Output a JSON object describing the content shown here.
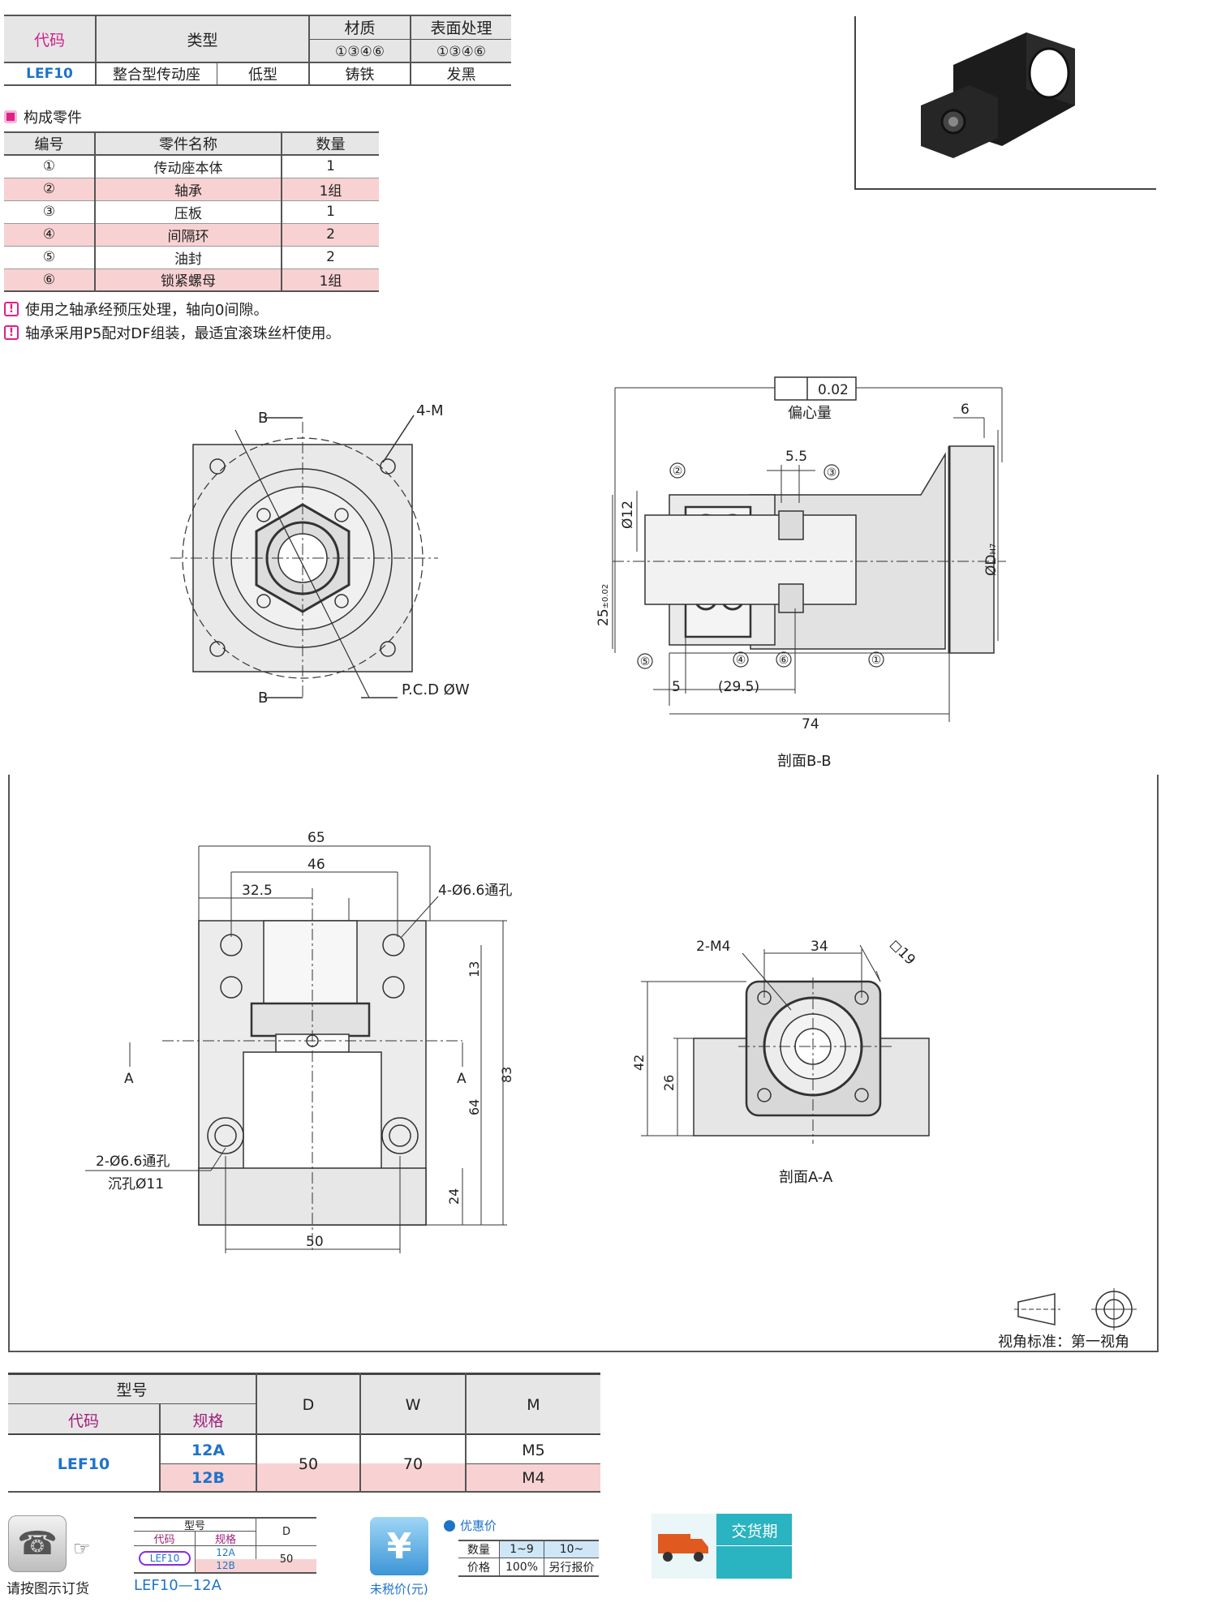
{
  "header_table": {
    "col_code": "代码",
    "col_type": "类型",
    "col_material": "材质",
    "col_surface": "表面处理",
    "material_parts": "①③④⑥",
    "surface_parts": "①③④⑥",
    "code": "LEF10",
    "type_main": "整合型传动座",
    "type_sub": "低型",
    "material": "铸铁",
    "surface": "发黑"
  },
  "parts_section": {
    "title": "构成零件",
    "headers": [
      "编号",
      "零件名称",
      "数量"
    ],
    "rows": [
      {
        "no": "①",
        "name": "传动座本体",
        "qty": "1"
      },
      {
        "no": "②",
        "name": "轴承",
        "qty": "1组"
      },
      {
        "no": "③",
        "name": "压板",
        "qty": "1"
      },
      {
        "no": "④",
        "name": "间隔环",
        "qty": "2"
      },
      {
        "no": "⑤",
        "name": "油封",
        "qty": "2"
      },
      {
        "no": "⑥",
        "name": "锁紧螺母",
        "qty": "1组"
      }
    ]
  },
  "notes": [
    "使用之轴承经预压处理，轴向0间隙。",
    "轴承采用P5配对DF组装，最适宜滚珠丝杆使用。"
  ],
  "front_view": {
    "label_b": "B",
    "label_4m": "4-M",
    "label_pcd": "P.C.D ØW"
  },
  "section_bb": {
    "tolerance_value": "0.02",
    "tolerance_label": "偏心量",
    "dim_6": "6",
    "dim_55": "5.5",
    "dim_d12": "Ø12",
    "dim_25": "25",
    "dim_25_tol": "±0.02",
    "dim_dh7": "ØD",
    "dim_dh7_sub": "H7",
    "dim_5": "5",
    "dim_295": "(29.5)",
    "dim_74": "74",
    "callouts": [
      "②",
      "③",
      "⑤",
      "④",
      "⑥",
      "①"
    ],
    "caption": "剖面B-B"
  },
  "plan_view": {
    "dim_65": "65",
    "dim_46": "46",
    "dim_325": "32.5",
    "hole_note": "4-Ø6.6通孔",
    "dim_13": "13",
    "dim_83": "83",
    "dim_64": "64",
    "dim_24": "24",
    "dim_50": "50",
    "label_a": "A",
    "cb_note_1": "2-Ø6.6通孔",
    "cb_note_2": "沉孔Ø11"
  },
  "section_aa": {
    "label_2m4": "2-M4",
    "dim_34": "34",
    "dim_sq19": "◻19",
    "dim_42": "42",
    "dim_26": "26",
    "caption": "剖面A-A"
  },
  "projection": {
    "label": "视角标准：第一视角"
  },
  "spec_table": {
    "col_model": "型号",
    "col_code": "代码",
    "col_spec": "规格",
    "col_d": "D",
    "col_w": "W",
    "col_m": "M",
    "code": "LEF10",
    "rows": [
      {
        "spec": "12A",
        "m": "M5"
      },
      {
        "spec": "12B",
        "m": "M4"
      }
    ],
    "d": "50",
    "w": "70"
  },
  "footer": {
    "order_label": "请按图示订货",
    "mini_model": "型号",
    "mini_code": "代码",
    "mini_spec": "规格",
    "mini_d": "D",
    "mini_code_val": "LEF10",
    "mini_spec_a": "12A",
    "mini_spec_b": "12B",
    "mini_d_val": "50",
    "order_example": "LEF10—12A",
    "tax_label": "未税价(元)",
    "discount_title": "优惠价",
    "discount_qty_label": "数量",
    "discount_price_label": "价格",
    "discount_qty_1": "1~9",
    "discount_qty_2": "10~",
    "discount_price_1": "100%",
    "discount_price_2": "另行报价",
    "delivery_label": "交货期"
  },
  "colors": {
    "accent_pink": "#e0208a",
    "accent_blue": "#1e73c8",
    "row_pink": "#f8d2d2",
    "teal": "#2ab3c0"
  }
}
